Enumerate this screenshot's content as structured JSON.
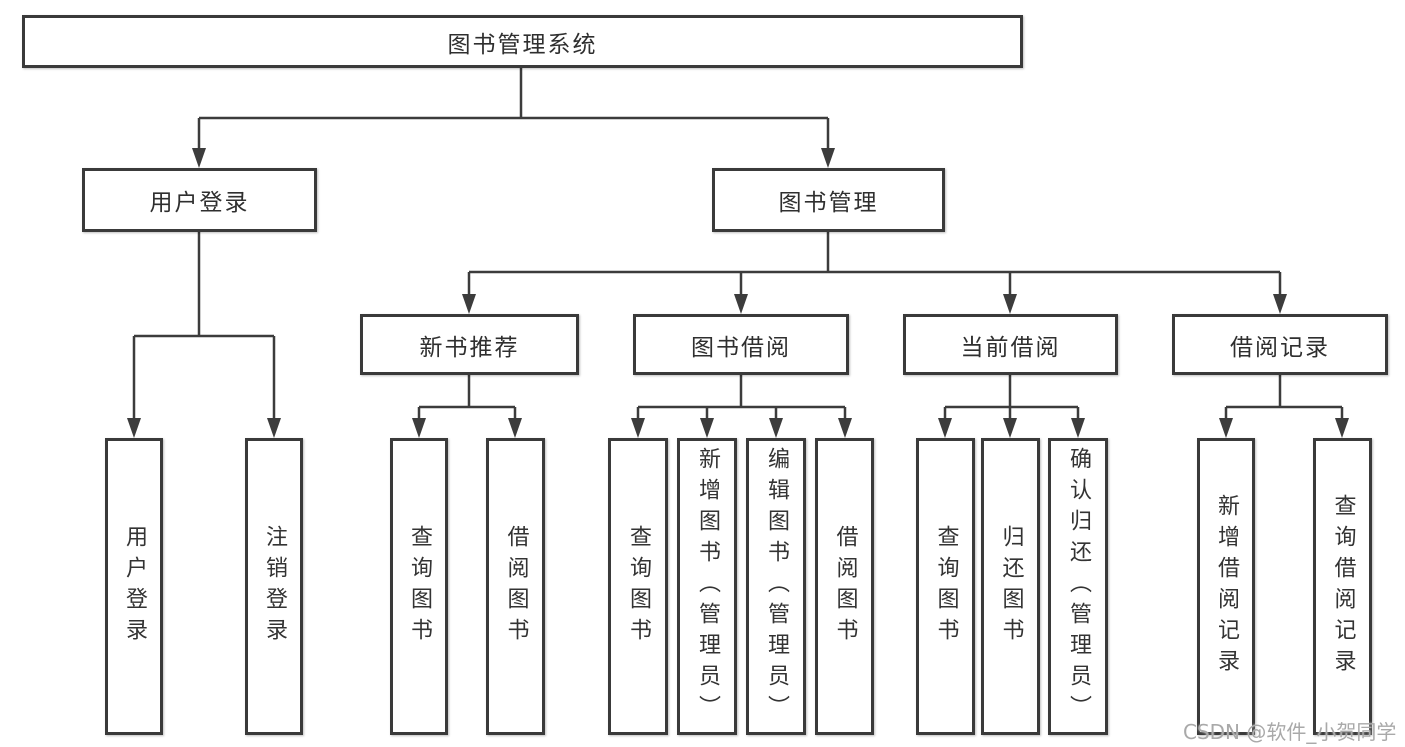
{
  "tree": {
    "root": {
      "label": "图书管理系统"
    },
    "branches": [
      {
        "label": "用户登录",
        "children": [
          "用户登录",
          "注销登录"
        ]
      },
      {
        "label": "图书管理",
        "groups": [
          {
            "label": "新书推荐",
            "children": [
              "查询图书",
              "借阅图书"
            ]
          },
          {
            "label": "图书借阅",
            "children": [
              "查询图书",
              "新增图书（管理员）",
              "编辑图书（管理员）",
              "借阅图书"
            ]
          },
          {
            "label": "当前借阅",
            "children": [
              "查询图书",
              "归还图书",
              "确认归还（管理员）"
            ]
          },
          {
            "label": "借阅记录",
            "children": [
              "新增借阅记录",
              "查询借阅记录"
            ]
          }
        ]
      }
    ]
  },
  "watermark": {
    "text": "CSDN @软件_小贺同学"
  },
  "colors": {
    "line": "#3c3c3c",
    "border": "#3a3a3a",
    "text": "#333333",
    "watermark": "#a9a9a9",
    "background": "#ffffff"
  }
}
